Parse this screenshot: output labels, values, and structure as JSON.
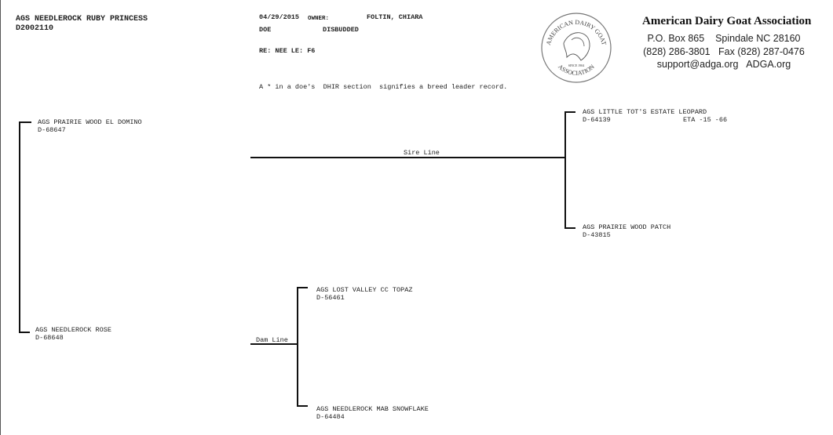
{
  "animal": {
    "name": "AGS NEEDLEROCK RUBY PRINCESS",
    "reg_no": "D2002110"
  },
  "info": {
    "date": "04/29/2015",
    "owner_label": "OWNER:",
    "owner": "FOLTIN, CHIARA",
    "sex": "DOE",
    "horn_status": "DISBUDDED",
    "re_line": "RE: NEE LE: F6",
    "note": "A * in a doe's  DHIR section  signifies a breed leader record."
  },
  "association": {
    "name": "American Dairy Goat Association",
    "address": "P.O. Box 865    Spindale NC 28160",
    "phone": "(828) 286-3801   Fax (828) 287-0476",
    "contact": "support@adga.org   ADGA.org",
    "logo_text_top": "AMERICAN DAIRY GOAT",
    "logo_text_bottom": "ASSOCIATION",
    "logo_since": "SINCE 1904"
  },
  "pedigree": {
    "sire_line_label": "Sire Line",
    "dam_line_label": "Dam Line",
    "sire": {
      "name": "AGS PRAIRIE WOOD EL DOMINO",
      "reg_no": "D-68647"
    },
    "dam": {
      "name": "AGS NEEDLEROCK ROSE",
      "reg_no": "D-68648"
    },
    "sire_sire": {
      "name": "AGS LITTLE TOT'S ESTATE LEOPARD",
      "reg_no": "D-64139",
      "extra": "ETA -15 -66"
    },
    "sire_dam": {
      "name": "AGS PRAIRIE WOOD PATCH",
      "reg_no": "D-43815"
    },
    "dam_sire": {
      "name": "AGS LOST VALLEY CC TOPAZ",
      "reg_no": "D-56461"
    },
    "dam_dam": {
      "name": "AGS NEEDLEROCK MAB SNOWFLAKE",
      "reg_no": "D-64484"
    }
  }
}
